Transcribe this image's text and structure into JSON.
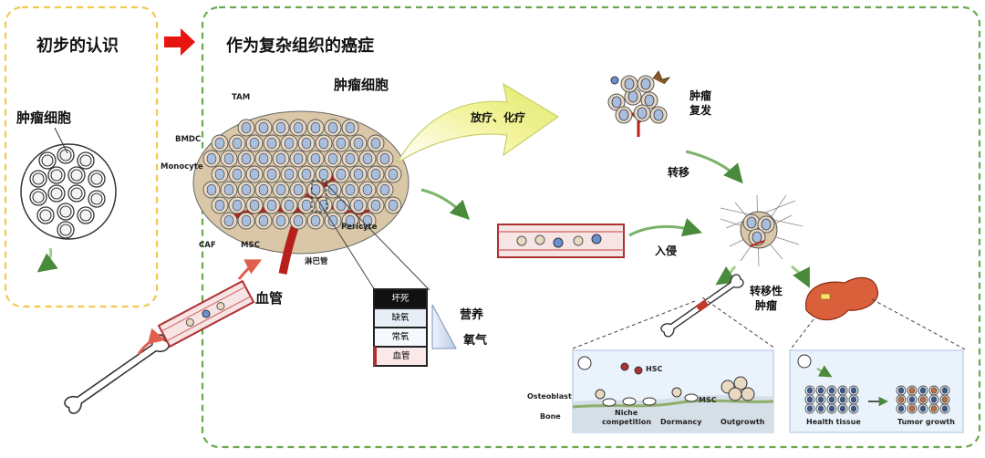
{
  "left_panel": {
    "title": "初步的认识",
    "cell_label": "肿瘤细胞"
  },
  "right_panel": {
    "title": "作为复杂组织的癌症"
  },
  "tumor": {
    "cell_label": "肿瘤细胞",
    "labels": {
      "tam": "TAM",
      "bmdc": "BMDC",
      "monocyte": "Monocyte",
      "caf": "CAF",
      "msc": "MSC",
      "pericyte": "Pericyte",
      "lymph": "淋巴管",
      "blood_vessel": "血管"
    }
  },
  "therapy": {
    "label": "放疗、化疗"
  },
  "recurrence": {
    "label_1": "肿瘤",
    "label_2": "复发"
  },
  "metastasis": {
    "label": "转移"
  },
  "invasion": {
    "label": "入侵"
  },
  "metastatic_tumor": {
    "label_1": "转移性",
    "label_2": "肿瘤"
  },
  "gradient": {
    "layers": [
      "坏死",
      "缺氧",
      "常氧",
      "血管"
    ],
    "nutrient": "营养",
    "oxygen": "氧气"
  },
  "bone_niche": {
    "osteoblast": "Osteoblast",
    "bone": "Bone",
    "hsc": "HSC",
    "msc": "MSC",
    "niche_1": "Niche",
    "niche_2": "competition",
    "dormancy": "Dormancy",
    "outgrowth": "Outgrowth"
  },
  "liver_panel": {
    "health": "Health tissue",
    "tumor_growth": "Tumor growth"
  },
  "colors": {
    "yellow_border": "#f2c94c",
    "green_border": "#6aa84f",
    "red_arrow": "#e8140f",
    "vessel": "#c0392b",
    "cell_fill": "#e8d8c0",
    "nucleus": "#9bb5d6"
  }
}
